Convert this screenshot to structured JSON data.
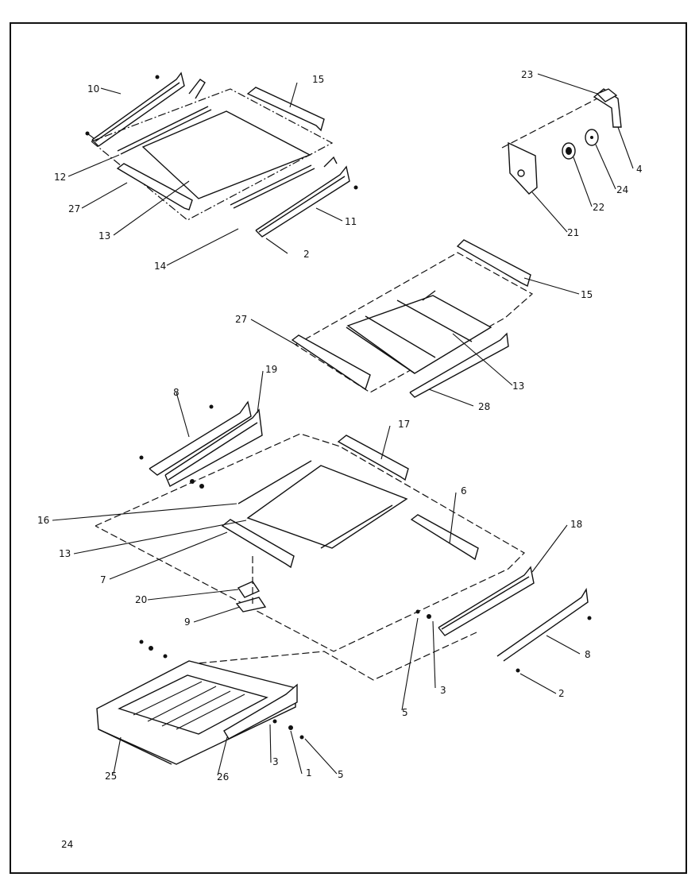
{
  "page_number": "24",
  "callouts": {
    "c10": "10",
    "c15a": "15",
    "c12": "12",
    "c27a": "27",
    "c13a": "13",
    "c14": "14",
    "c2a": "2",
    "c11": "11",
    "c23": "23",
    "c4": "4",
    "c24": "24",
    "c22": "22",
    "c21": "21",
    "c15b": "15",
    "c27b": "27",
    "c13b": "13",
    "c28": "28",
    "c8a": "8",
    "c19": "19",
    "c17": "17",
    "c16": "16",
    "c6": "6",
    "c18": "18",
    "c13c": "13",
    "c7": "7",
    "c20": "20",
    "c9": "9",
    "c8b": "8",
    "c2b": "2",
    "c3a": "3",
    "c5a": "5",
    "c25": "25",
    "c26": "26",
    "c3b": "3",
    "c1": "1",
    "c5b": "5"
  }
}
